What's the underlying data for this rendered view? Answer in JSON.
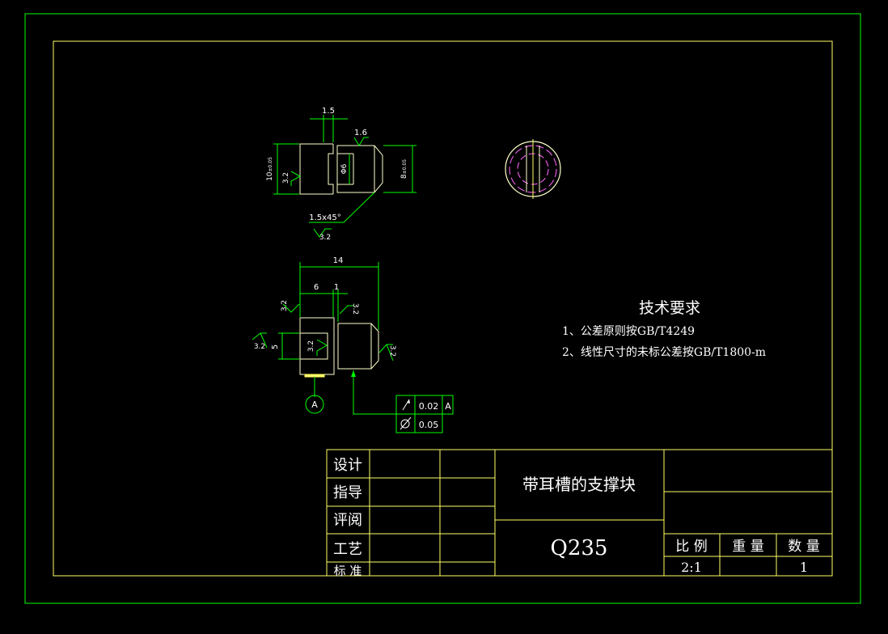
{
  "colors": {
    "background": "#000000",
    "border": "#00ff00",
    "frame": "#ffff66",
    "part_outline": "#ffffcc",
    "dimension": "#00ff00",
    "text": "#ffffff",
    "hidden_line": "#ff66ff",
    "title_block_line": "#ffff66"
  },
  "dimensions": {
    "top_view": {
      "width_1_5": "1.5",
      "roughness_1_6": "1.6",
      "height_10": "10",
      "height_10_tol": "±0.05",
      "roughness_3_2_left": "3.2",
      "phi6": "Φ6",
      "dia8": "8",
      "dia8_tol": "±0.05",
      "chamfer": "1.5x45°",
      "roughness_3_2_bottom": "3.2"
    },
    "front_view": {
      "length_14": "14",
      "length_6": "6",
      "length_1": "1",
      "roughness_3_2_a": "3.2",
      "roughness_3_2_b": "3.2",
      "roughness_3_2_c": "3.2",
      "roughness_3_2_d": "3.2",
      "roughness_3_2_e": "3.2",
      "height_5": "5",
      "datum": "A",
      "tolerance_runout": "0.02",
      "tolerance_runout_ref": "A",
      "tolerance_cylindricity": "0.05"
    }
  },
  "tech_requirements": {
    "title": "技术要求",
    "item1": "1、公差原则按GB/T4249",
    "item2": "2、线性尺寸的未标公差按GB/T1800-m"
  },
  "title_block": {
    "design": "设计",
    "guide": "指导",
    "review": "评阅",
    "process": "工艺",
    "standard": "标 准",
    "part_name": "带耳槽的支撑块",
    "material": "Q235",
    "scale_label": "比 例",
    "weight_label": "重 量",
    "quantity_label": "数 量",
    "scale_value": "2:1",
    "weight_value": "",
    "quantity_value": "1"
  }
}
